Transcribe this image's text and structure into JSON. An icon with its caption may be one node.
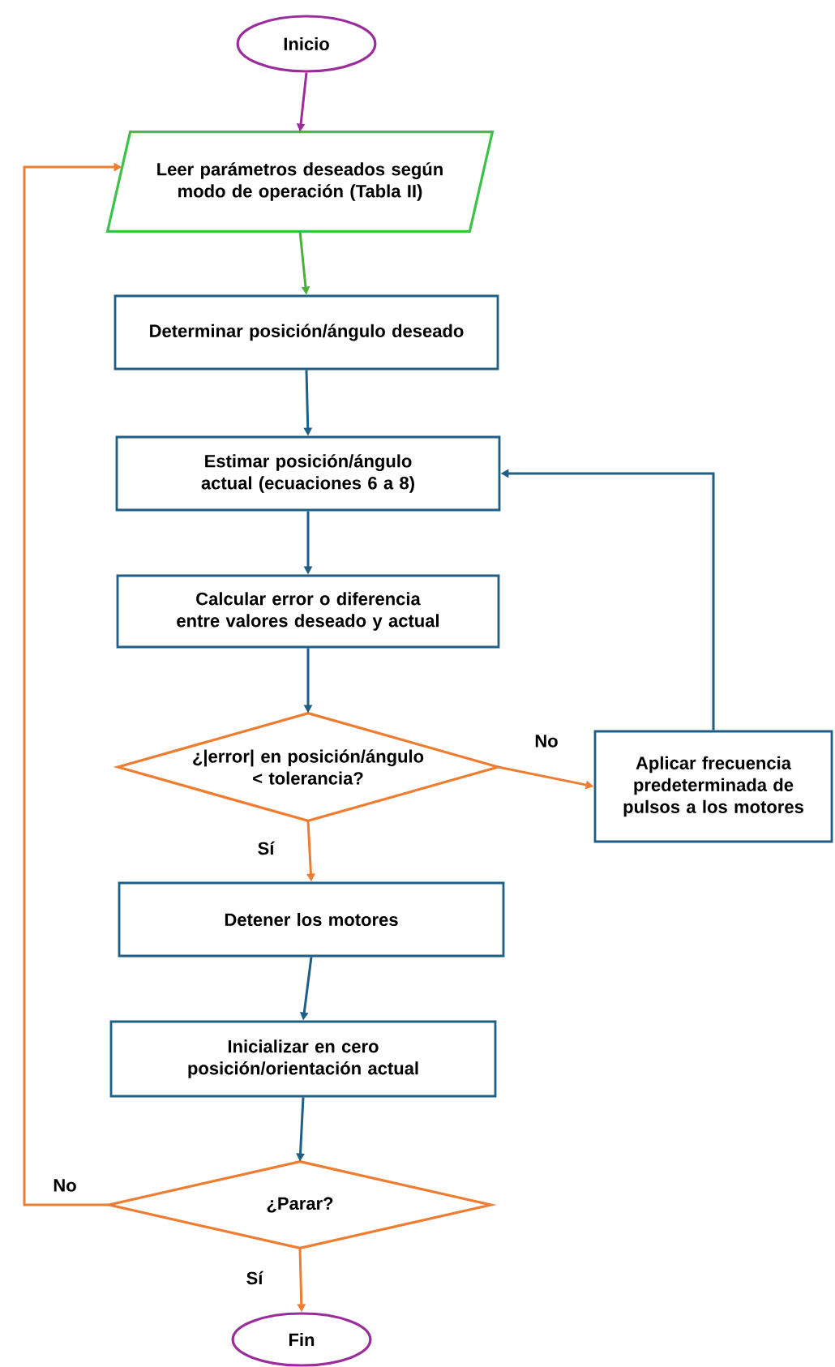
{
  "diagram": {
    "nodes": [
      {
        "text": [
          "Inicio"
        ]
      },
      {
        "text": [
          "Leer parámetros deseados según modo de operación (Tabla II)"
        ]
      },
      {
        "text": [
          "Determinar posición/ángulo deseado"
        ]
      },
      {
        "text": [
          "Estimar posición/ángulo actual (ecuaciones 6 a 8)"
        ]
      },
      {
        "text": [
          "Calcular error o diferencia entre valores deseado y actual"
        ]
      },
      {
        "text": [
          "¿|error| en posición/ángulo < tolerancia?"
        ]
      },
      {
        "text": [
          "Aplicar frecuencia predeterminada de pulsos a los motores"
        ]
      },
      {
        "text": [
          "Detener los motores"
        ]
      },
      {
        "text": [
          "Inicializar en cero posición/orientación actual"
        ]
      },
      {
        "text": [
          "¿Parar?"
        ]
      },
      {
        "text": [
          "Fin"
        ]
      }
    ],
    "edges": [
      {
        "from": 0,
        "to": 1,
        "arrow": "to",
        "color": "#9b2d9b"
      },
      {
        "from": 1,
        "to": 2,
        "arrow": "to",
        "color": "#4caf3a"
      },
      {
        "from": 2,
        "to": 3,
        "arrow": "to"
      },
      {
        "from": 3,
        "to": 4,
        "arrow": "to"
      },
      {
        "from": 4,
        "to": 5,
        "arrow": "to"
      },
      {
        "from": 5,
        "to": 6,
        "arrow": "to",
        "label": "No",
        "color": "#ee7d31"
      },
      {
        "from": 5,
        "to": 7,
        "arrow": "to",
        "label": "Sí",
        "color": "#ee7d31"
      },
      {
        "from": 6,
        "to": 3,
        "arrow": "to"
      },
      {
        "from": 7,
        "to": 8,
        "arrow": "to"
      },
      {
        "from": 8,
        "to": 9,
        "arrow": "to"
      },
      {
        "from": 9,
        "to": 1,
        "arrow": "to",
        "label": "No",
        "color": "#ee7d31"
      },
      {
        "from": 9,
        "to": 10,
        "arrow": "to",
        "label": "Sí",
        "color": "#ee7d31"
      }
    ]
  }
}
